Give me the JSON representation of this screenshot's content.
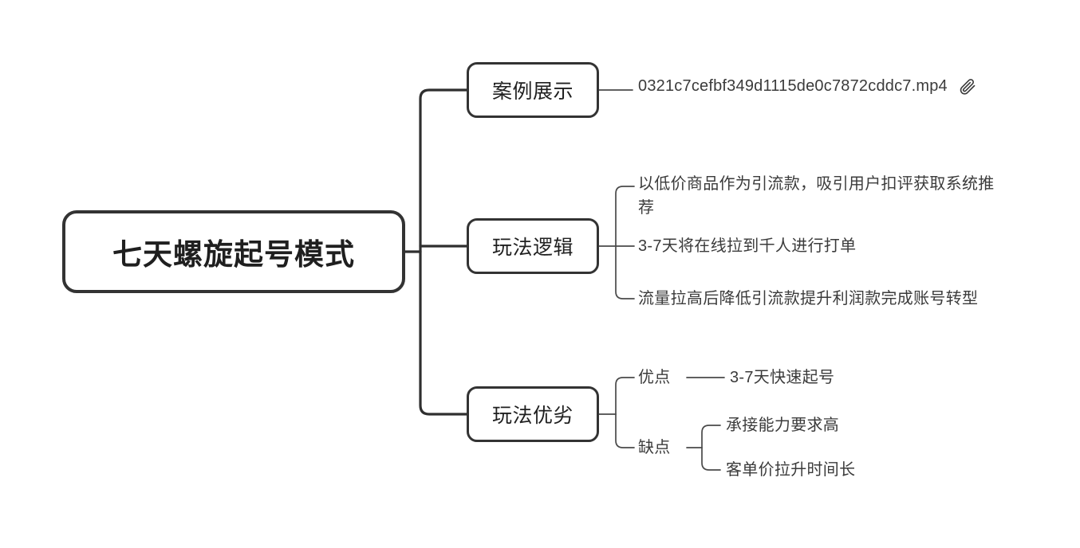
{
  "document": {
    "type": "mindmap",
    "background_color": "#ffffff",
    "node_border_color": "#333333",
    "trunk_color": "#2f2f2f",
    "branch_color": "#4a4a4a",
    "text_color": "#3b3b3b"
  },
  "root": {
    "label": "七天螺旋起号模式"
  },
  "branches": [
    {
      "label": "案例展示",
      "attachment": {
        "filename": "0321c7cefbf349d1115de0c7872cddc7.mp4",
        "icon": "paperclip-icon"
      },
      "children": []
    },
    {
      "label": "玩法逻辑",
      "children": [
        {
          "label": "以低价商品作为引流款，吸引用户扣评获取系统推荐",
          "children": []
        },
        {
          "label": "3-7天将在线拉到千人进行打单",
          "children": []
        },
        {
          "label": "流量拉高后降低引流款提升利润款完成账号转型",
          "children": []
        }
      ]
    },
    {
      "label": "玩法优劣",
      "children": [
        {
          "label": "优点",
          "children": [
            {
              "label": "3-7天快速起号",
              "children": []
            }
          ]
        },
        {
          "label": "缺点",
          "children": [
            {
              "label": "承接能力要求高",
              "children": []
            },
            {
              "label": "客单价拉升时间长",
              "children": []
            }
          ]
        }
      ]
    }
  ]
}
